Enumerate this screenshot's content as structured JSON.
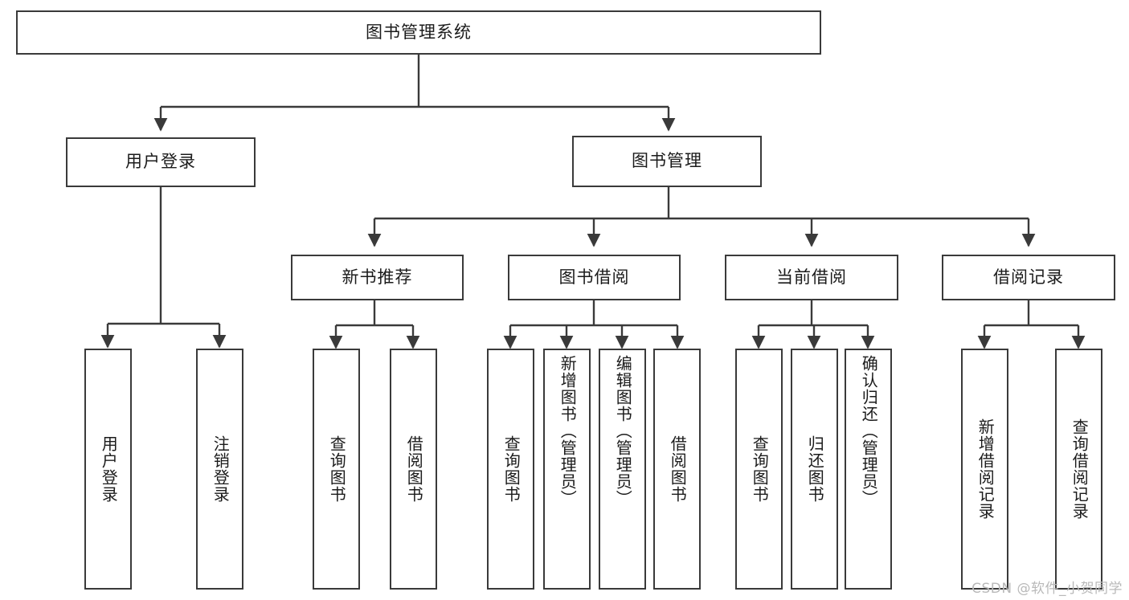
{
  "diagram": {
    "title": "图书管理系统",
    "watermark": "CSDN @软件_小贺同学",
    "colors": {
      "box_border": "#3a3a3a",
      "box_fill": "#ffffff",
      "connector": "#3a3a3a",
      "text": "#1b1b1b",
      "watermark": "#b9b9b9"
    },
    "root": {
      "label": "图书管理系统"
    },
    "level2": [
      {
        "label": "用户登录"
      },
      {
        "label": "图书管理"
      }
    ],
    "level3": [
      {
        "label": "新书推荐"
      },
      {
        "label": "图书借阅"
      },
      {
        "label": "当前借阅"
      },
      {
        "label": "借阅记录"
      }
    ],
    "leaves": {
      "user_login": [
        {
          "label": "用户登录"
        },
        {
          "label": "注销登录"
        }
      ],
      "new_book_recommend": [
        {
          "label": "查询图书"
        },
        {
          "label": "借阅图书"
        }
      ],
      "book_borrow": [
        {
          "label": "查询图书"
        },
        {
          "label": "新增图书（管理员）"
        },
        {
          "label": "编辑图书（管理员）"
        },
        {
          "label": "借阅图书"
        }
      ],
      "current_borrow": [
        {
          "label": "查询图书"
        },
        {
          "label": "归还图书"
        },
        {
          "label": "确认归还（管理员）"
        }
      ],
      "borrow_record": [
        {
          "label": "新增借阅记录"
        },
        {
          "label": "查询借阅记录"
        }
      ]
    }
  }
}
